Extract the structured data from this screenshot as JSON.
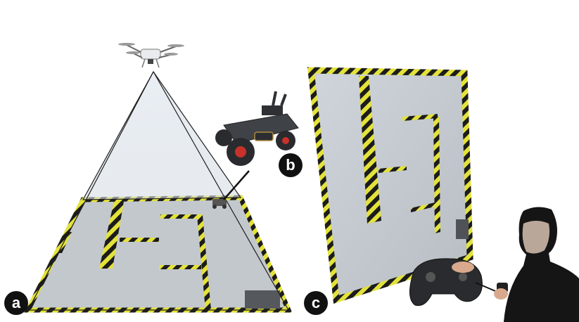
{
  "labels": {
    "a": "a",
    "b": "b",
    "c": "c"
  },
  "colors": {
    "badge": "#111111",
    "stripe_yellow": "#e3e23a",
    "stripe_black": "#1c1c1c",
    "board": "#c9ced3",
    "frustum": "#dfe7ef",
    "robot_wheel_red": "#c8322a"
  },
  "icons": [
    "drone-icon",
    "robot-car-icon",
    "controller-icon",
    "person-icon"
  ]
}
